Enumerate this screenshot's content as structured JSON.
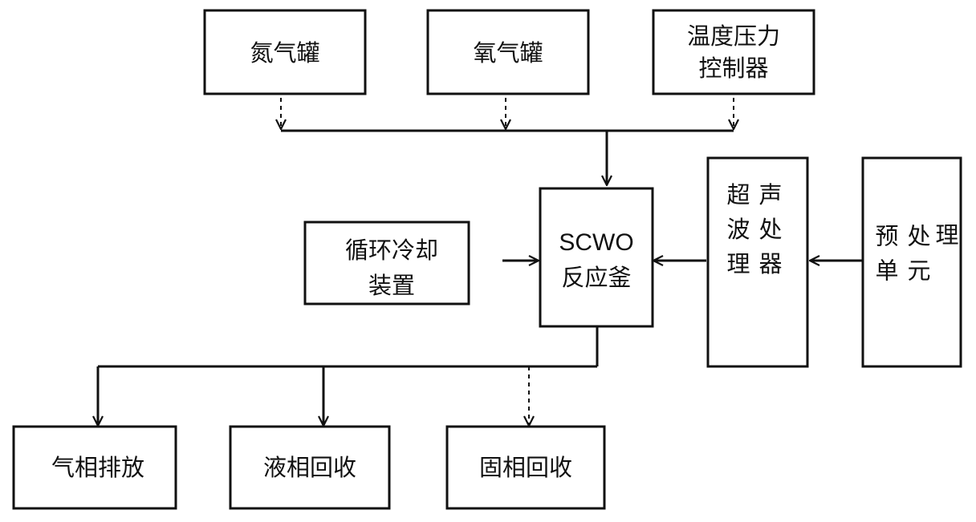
{
  "nodes": {
    "nitrogen_tank": {
      "label": "氮气罐"
    },
    "oxygen_tank": {
      "label": "氧气罐"
    },
    "temp_pressure_controller": {
      "line1": "温度压力",
      "line2": "控制器"
    },
    "scwo_reactor": {
      "line1": "SCWO",
      "line2": "反应釜"
    },
    "circulating_cooling": {
      "line1": "循环冷却",
      "line2": "装置"
    },
    "ultrasonic_processor": {
      "col1": "超波理",
      "col2": "声处器"
    },
    "pretreatment_unit": {
      "col1": "预单",
      "col2": "处元",
      "col3": "理"
    },
    "gas_phase": {
      "label": "气相排放"
    },
    "liquid_phase": {
      "label": "液相回收"
    },
    "solid_phase": {
      "label": "固相回收"
    }
  }
}
